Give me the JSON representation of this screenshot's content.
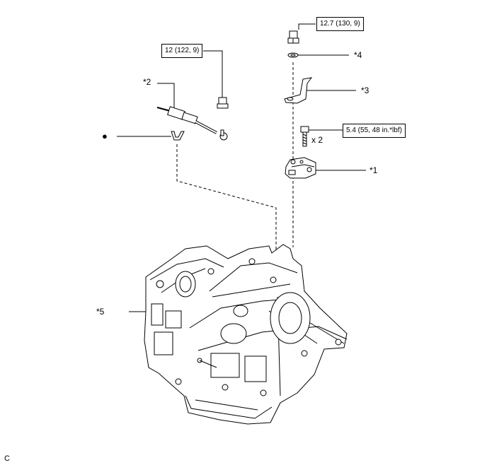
{
  "torque_specs": {
    "spec_top": "12.7 (130, 9)",
    "spec_cable": "12 (122, 9)",
    "spec_bolt": "5.4 (55, 48 in.*lbf)"
  },
  "callouts": {
    "c1": "*1",
    "c2": "*2",
    "c3": "*3",
    "c4": "*4",
    "c5": "*5"
  },
  "quantity_label": "x 2",
  "bullet_mark": "●",
  "corner_code": "C",
  "icons": [
    "nut-icon",
    "washer-icon",
    "bracket-icon",
    "bolt-icon",
    "switch-icon",
    "cable-icon",
    "clip-icon",
    "transaxle-icon"
  ]
}
